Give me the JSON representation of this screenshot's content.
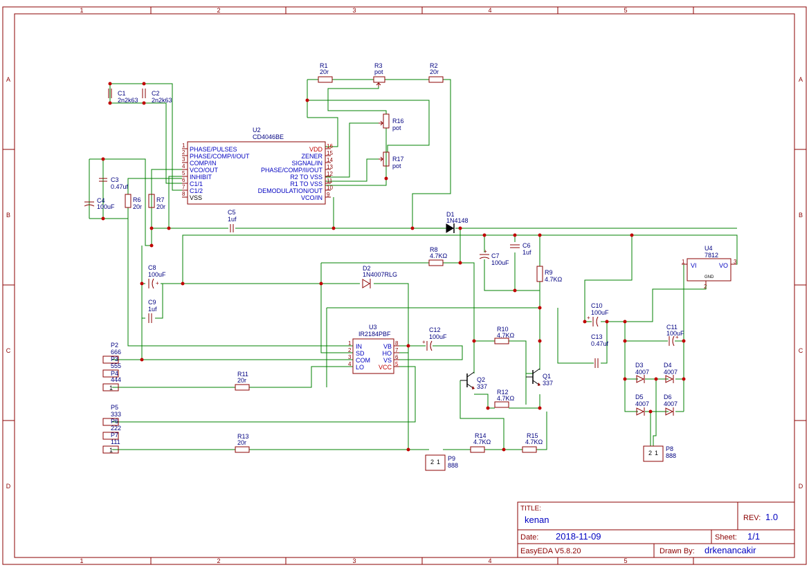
{
  "sheet": {
    "columns": [
      "1",
      "2",
      "3",
      "4",
      "5"
    ],
    "rows": [
      "A",
      "B",
      "C",
      "D"
    ]
  },
  "components": {
    "C1": {
      "ref": "C1",
      "value": "2n2k63"
    },
    "C2": {
      "ref": "C2",
      "value": "2n2k63"
    },
    "C3": {
      "ref": "C3",
      "value": "0.47uf"
    },
    "C4": {
      "ref": "C4",
      "value": "100uF"
    },
    "C5": {
      "ref": "C5",
      "value": "1uf"
    },
    "C6": {
      "ref": "C6",
      "value": "1uf"
    },
    "C7": {
      "ref": "C7",
      "value": "100uF"
    },
    "C8": {
      "ref": "C8",
      "value": "100uF"
    },
    "C9": {
      "ref": "C9",
      "value": "1uf"
    },
    "C10": {
      "ref": "C10",
      "value": "100uF"
    },
    "C11": {
      "ref": "C11",
      "value": "100uF"
    },
    "C12": {
      "ref": "C12",
      "value": "100uF"
    },
    "C13": {
      "ref": "C13",
      "value": "0.47uf"
    },
    "R1": {
      "ref": "R1",
      "value": "20r"
    },
    "R2": {
      "ref": "R2",
      "value": "20r"
    },
    "R3": {
      "ref": "R3",
      "value": "pot"
    },
    "R6": {
      "ref": "R6",
      "value": "20r"
    },
    "R7": {
      "ref": "R7",
      "value": "20r"
    },
    "R8": {
      "ref": "R8",
      "value": "4.7KΩ"
    },
    "R9": {
      "ref": "R9",
      "value": "4.7KΩ"
    },
    "R10": {
      "ref": "R10",
      "value": "4.7KΩ"
    },
    "R11": {
      "ref": "R11",
      "value": "20r"
    },
    "R12": {
      "ref": "R12",
      "value": "4.7KΩ"
    },
    "R13": {
      "ref": "R13",
      "value": "20r"
    },
    "R14": {
      "ref": "R14",
      "value": "4.7KΩ"
    },
    "R15": {
      "ref": "R15",
      "value": "4.7KΩ"
    },
    "R16": {
      "ref": "R16",
      "value": "pot"
    },
    "R17": {
      "ref": "R17",
      "value": "pot"
    },
    "D1": {
      "ref": "D1",
      "value": "1N4148"
    },
    "D2": {
      "ref": "D2",
      "value": "1N4007RLG"
    },
    "D3": {
      "ref": "D3",
      "value": "4007"
    },
    "D4": {
      "ref": "D4",
      "value": "4007"
    },
    "D5": {
      "ref": "D5",
      "value": "4007"
    },
    "D6": {
      "ref": "D6",
      "value": "4007"
    },
    "Q1": {
      "ref": "Q1",
      "value": "337"
    },
    "Q2": {
      "ref": "Q2",
      "value": "337"
    },
    "U2": {
      "ref": "U2",
      "value": "CD4046BE"
    },
    "U3": {
      "ref": "U3",
      "value": "IR2184PBF"
    },
    "U4": {
      "ref": "U4",
      "value": "7812",
      "pin_vi": "VI",
      "pin_vo": "VO",
      "pin_gnd": "GND",
      "pin_1": "1",
      "pin_2": "2",
      "pin_3": "3"
    },
    "P2": {
      "ref": "P2",
      "value": "666"
    },
    "P3": {
      "ref": "P3",
      "value": "555"
    },
    "P4": {
      "ref": "P4",
      "value": "444"
    },
    "P5": {
      "ref": "P5",
      "value": "333"
    },
    "P6": {
      "ref": "P6",
      "value": "222"
    },
    "P7": {
      "ref": "P7",
      "value": "111"
    },
    "P8": {
      "ref": "P8",
      "value": "888"
    },
    "P9": {
      "ref": "P9",
      "value": "888"
    }
  },
  "u2_pins_left": [
    {
      "num": "1",
      "name": "PHASE/PULSES"
    },
    {
      "num": "2",
      "name": "PHASE/COMP/I/OUT"
    },
    {
      "num": "3",
      "name": "COMP/IN"
    },
    {
      "num": "4",
      "name": "VCO/OUT"
    },
    {
      "num": "5",
      "name": "INHIBIT"
    },
    {
      "num": "6",
      "name": "C1/1"
    },
    {
      "num": "7",
      "name": "C1/2"
    },
    {
      "num": "8",
      "name": "VSS"
    }
  ],
  "u2_pins_right": [
    {
      "num": "16",
      "name": "VDD"
    },
    {
      "num": "15",
      "name": "ZENER"
    },
    {
      "num": "14",
      "name": "SIGNAL/IN"
    },
    {
      "num": "13",
      "name": "PHASE/COMP/II/OUT"
    },
    {
      "num": "12",
      "name": "R2 TO VSS"
    },
    {
      "num": "11",
      "name": "R1 TO VSS"
    },
    {
      "num": "10",
      "name": "DEMODULATION/OUT"
    },
    {
      "num": "9",
      "name": "VCO/IN"
    }
  ],
  "u3_pins_left": [
    {
      "num": "1",
      "name": "IN"
    },
    {
      "num": "2",
      "name": "SD"
    },
    {
      "num": "3",
      "name": "COM"
    },
    {
      "num": "4",
      "name": "LO"
    }
  ],
  "u3_pins_right": [
    {
      "num": "8",
      "name": "VB"
    },
    {
      "num": "7",
      "name": "HO"
    },
    {
      "num": "6",
      "name": "VS"
    },
    {
      "num": "5",
      "name": "VCC"
    }
  ],
  "connector_pins": {
    "one": "1",
    "two": "2"
  },
  "title_block": {
    "title_label": "TITLE:",
    "title": "kenan",
    "rev_label": "REV:",
    "rev": "1.0",
    "date_label": "Date:",
    "date": "2018-11-09",
    "sheet_label": "Sheet:",
    "sheet": "1/1",
    "software": "EasyEDA V5.8.20",
    "drawn_label": "Drawn By:",
    "drawn_by": "drkenancakir"
  },
  "colors": {
    "frame": "#8b0000",
    "wire": "#008000",
    "junction": "#c00000",
    "text": "#000080",
    "pin_text": "#0000c0"
  }
}
